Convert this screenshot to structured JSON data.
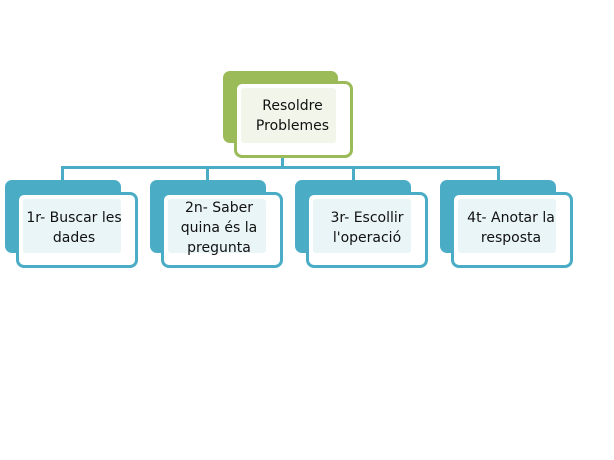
{
  "root": {
    "label": "Resoldre Problemes",
    "color": "#9bbb59"
  },
  "children": [
    {
      "label": "1r- Buscar les dades"
    },
    {
      "label": "2n- Saber quina és la pregunta"
    },
    {
      "label": "3r- Escollir l'operació"
    },
    {
      "label": "4t- Anotar la resposta"
    }
  ],
  "child_color": "#4bacc6"
}
